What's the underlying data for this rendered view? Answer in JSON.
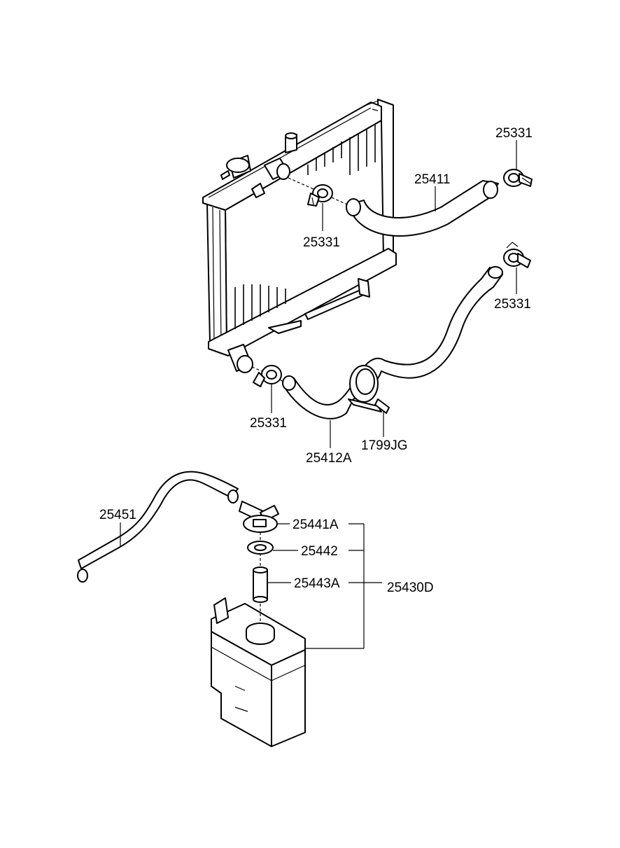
{
  "labels": {
    "clamp_top_right": "25331",
    "upper_hose": "25411",
    "clamp_upper_inlet": "25331",
    "clamp_right_mid": "25331",
    "clamp_lower_outlet": "25331",
    "lower_hose": "25412A",
    "hose_clip": "1799JG",
    "overflow_hose": "25451",
    "cap": "25441A",
    "gasket": "25442",
    "tube": "25443A",
    "reservoir_assy": "25430D"
  },
  "colors": {
    "line": "#000000",
    "background": "#ffffff"
  }
}
